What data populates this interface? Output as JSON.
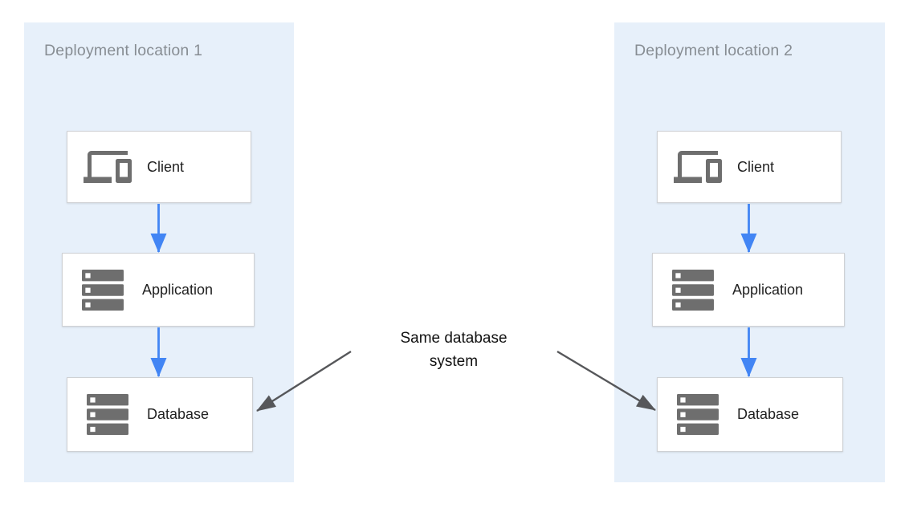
{
  "colors": {
    "panel_bg": "#e7f0fa",
    "title_gray": "#878d93",
    "node_border": "#cfd1d4",
    "label_color": "#212121",
    "icon_gray": "#6e6e6e",
    "flow_blue": "#4285f4",
    "anno_gray": "#56575a",
    "annotation_text_color": "#111111"
  },
  "annotation": {
    "text": "Same database\nsystem"
  },
  "panels": [
    {
      "title": "Deployment location 1",
      "nodes": [
        {
          "id": "client",
          "icon": "devices-icon",
          "label": "Client"
        },
        {
          "id": "application",
          "icon": "server-stack-icon",
          "label": "Application"
        },
        {
          "id": "database",
          "icon": "server-stack-icon",
          "label": "Database"
        }
      ]
    },
    {
      "title": "Deployment location 2",
      "nodes": [
        {
          "id": "client",
          "icon": "devices-icon",
          "label": "Client"
        },
        {
          "id": "application",
          "icon": "server-stack-icon",
          "label": "Application"
        },
        {
          "id": "database",
          "icon": "server-stack-icon",
          "label": "Database"
        }
      ]
    }
  ]
}
